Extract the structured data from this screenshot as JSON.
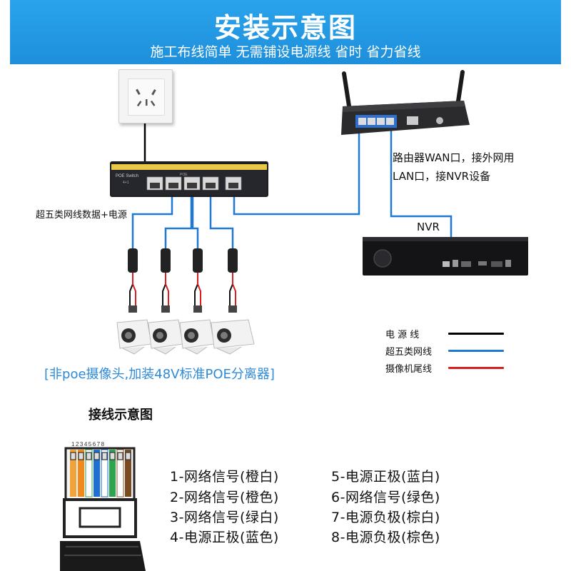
{
  "header": {
    "title": "安装示意图",
    "subtitle": "施工布线简单 无需铺设电源线 省时 省力省线"
  },
  "devices": {
    "switch_label": "POE Switch",
    "switch_model": "4+1",
    "switch_port_group": "POE",
    "nvr_label": "NVR"
  },
  "labels": {
    "poe_cable": "超五类网线数据+电源",
    "router_line1": "路由器WAN口，接外网用",
    "router_line2": "LAN口，接NVR设备",
    "camera_note": "[非poe摄像头,加装48V标准POE分离器]",
    "wiring_title": "接线示意图"
  },
  "legend": [
    {
      "label": "电 源 线",
      "color": "#000000"
    },
    {
      "label": "超五类网线",
      "color": "#1f78d1"
    },
    {
      "label": "摄像机尾线",
      "color": "#d81e1e"
    }
  ],
  "connector": {
    "pin_numbers": "12345678"
  },
  "pinout": [
    "1-网络信号(橙白)",
    "2-网络信号(橙色)",
    "3-网络信号(绿白)",
    "4-电源正极(蓝色)",
    "5-电源正极(蓝白)",
    "6-网络信号(绿色)",
    "7-电源负极(棕白)",
    "8-电源负极(棕色)"
  ],
  "colors": {
    "banner": "#1e8fdb",
    "network_cable": "#1f78d1",
    "power_cable": "#000000",
    "camera_cable": "#d81e1e"
  }
}
